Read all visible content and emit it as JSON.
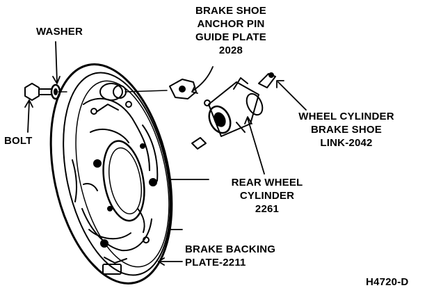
{
  "diagram": {
    "labels": {
      "washer": "WASHER",
      "bolt": "BOLT",
      "guide_plate": [
        "BRAKE SHOE",
        "ANCHOR PIN",
        "GUIDE PLATE",
        "2028"
      ],
      "link": [
        "WHEEL CYLINDER",
        "BRAKE SHOE",
        "LINK-2042"
      ],
      "cylinder": [
        "REAR WHEEL",
        "CYLINDER",
        "2261"
      ],
      "backing_plate": [
        "BRAKE BACKING",
        "PLATE-2211"
      ],
      "figure_code": "H4720-D"
    },
    "colors": {
      "ink": "#000000",
      "background": "#ffffff"
    }
  }
}
